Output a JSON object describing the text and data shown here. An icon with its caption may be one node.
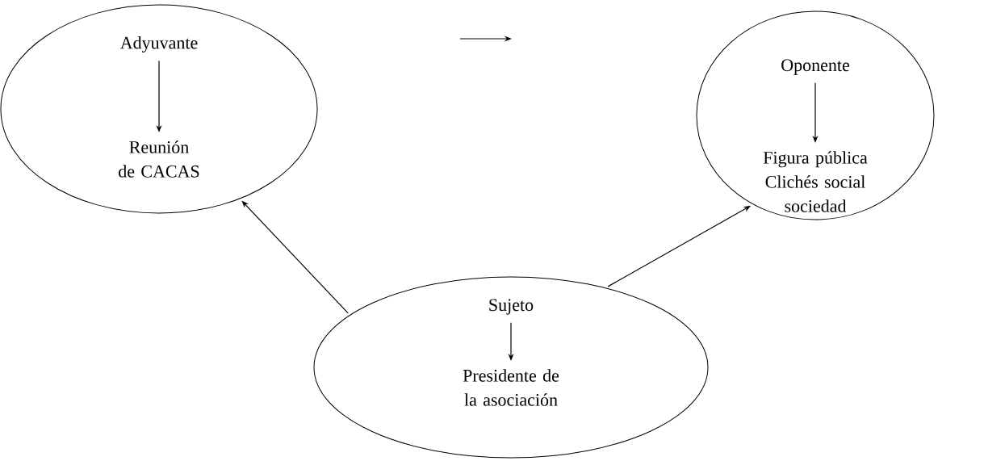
{
  "diagram": {
    "nodes": [
      {
        "text": [],
        "shape": "ellipse"
      },
      {
        "text": [
          "Adyuvante"
        ],
        "in": 0
      },
      {
        "text": [
          "Reunión de CACAS"
        ],
        "in": 0
      },
      {
        "text": [],
        "shape": "ellipse"
      },
      {
        "text": [
          "Oponente"
        ],
        "in": 3
      },
      {
        "text": [
          "Figura pública Clichés social sociedad"
        ],
        "in": 3
      },
      {
        "text": [],
        "shape": "ellipse"
      },
      {
        "text": [
          "Sujeto"
        ],
        "in": 6
      },
      {
        "text": [
          "Presidente de la asociación"
        ],
        "in": 6
      }
    ],
    "edges": [
      {
        "from": 1,
        "to": 2,
        "arrow": "to"
      },
      {
        "from": 4,
        "to": 5,
        "arrow": "to"
      },
      {
        "from": 7,
        "to": 8,
        "arrow": "to"
      },
      {
        "from": 6,
        "to": 0,
        "arrow": "to"
      },
      {
        "from": 6,
        "to": 3,
        "arrow": "to"
      }
    ]
  }
}
